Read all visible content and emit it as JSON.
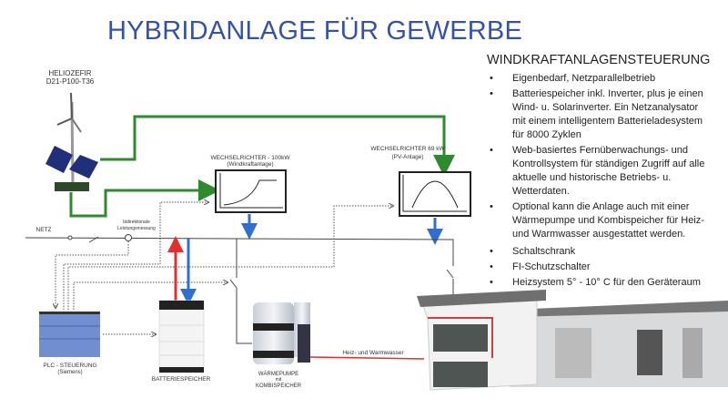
{
  "title": "HYBRIDANLAGE FÜR GEWERBE",
  "panel": {
    "heading": "WINDKRAFTANLAGENSTEUERUNG",
    "bullets": [
      {
        "lines": [
          "Eigenbedarf, Netzparallelbetrieb"
        ]
      },
      {
        "lines": [
          "Batteriespeicher inkl. Inverter, plus je einen",
          "Wind- u. Solarinverter. Ein Netzanalysator",
          "mit einem intelligentem Batterieladesystem",
          "für 8000 Zyklen"
        ]
      },
      {
        "lines": [
          "Web-basiertes Fernüberwachungs- und",
          "Kontrollsystem für ständigen Zugriff auf alle",
          "aktuelle und historische Betriebs- u.",
          "Wetterdaten."
        ]
      },
      {
        "lines": [
          "Optional kann die Anlage auch mit einer",
          "Wärmepumpe und Kombispeicher für Heiz-",
          "und Warmwasser ausgestattet werden."
        ]
      },
      {
        "lines": [
          "Schaltschrank"
        ]
      },
      {
        "lines": [
          "FI-Schutzschalter"
        ]
      },
      {
        "lines": [
          "Heizsystem 5° - 10° C für den Geräteraum"
        ]
      }
    ]
  },
  "diagram": {
    "turbine_label": [
      "HELIOZEFIR",
      "D21-P100-T36"
    ],
    "wind_inverter_label": [
      "WECHSELRICHTER -  100kW",
      "(Windkraftanlage)"
    ],
    "pv_inverter_label": [
      "WECHSELRICHTER 69 kW",
      "(PV-Anlage)"
    ],
    "grid_label": "NETZ",
    "meter_label": [
      "bidirektionale",
      "Leistungsmessung"
    ],
    "plc_label": [
      "PLC - STEUERUNG",
      "(Siemens)"
    ],
    "battery_label": "BATTERIESPEICHER",
    "heatpump_label": [
      "WÄRMEPUMPE",
      "mit",
      "KOMBISPEICHER"
    ],
    "heat_line_label": "Heiz- und Warmwasser"
  },
  "colors": {
    "title": "#3453a8",
    "green": "#2f8a2f",
    "blue": "#2f6fd0",
    "red": "#e03030",
    "plc": "#6f8fd0"
  }
}
